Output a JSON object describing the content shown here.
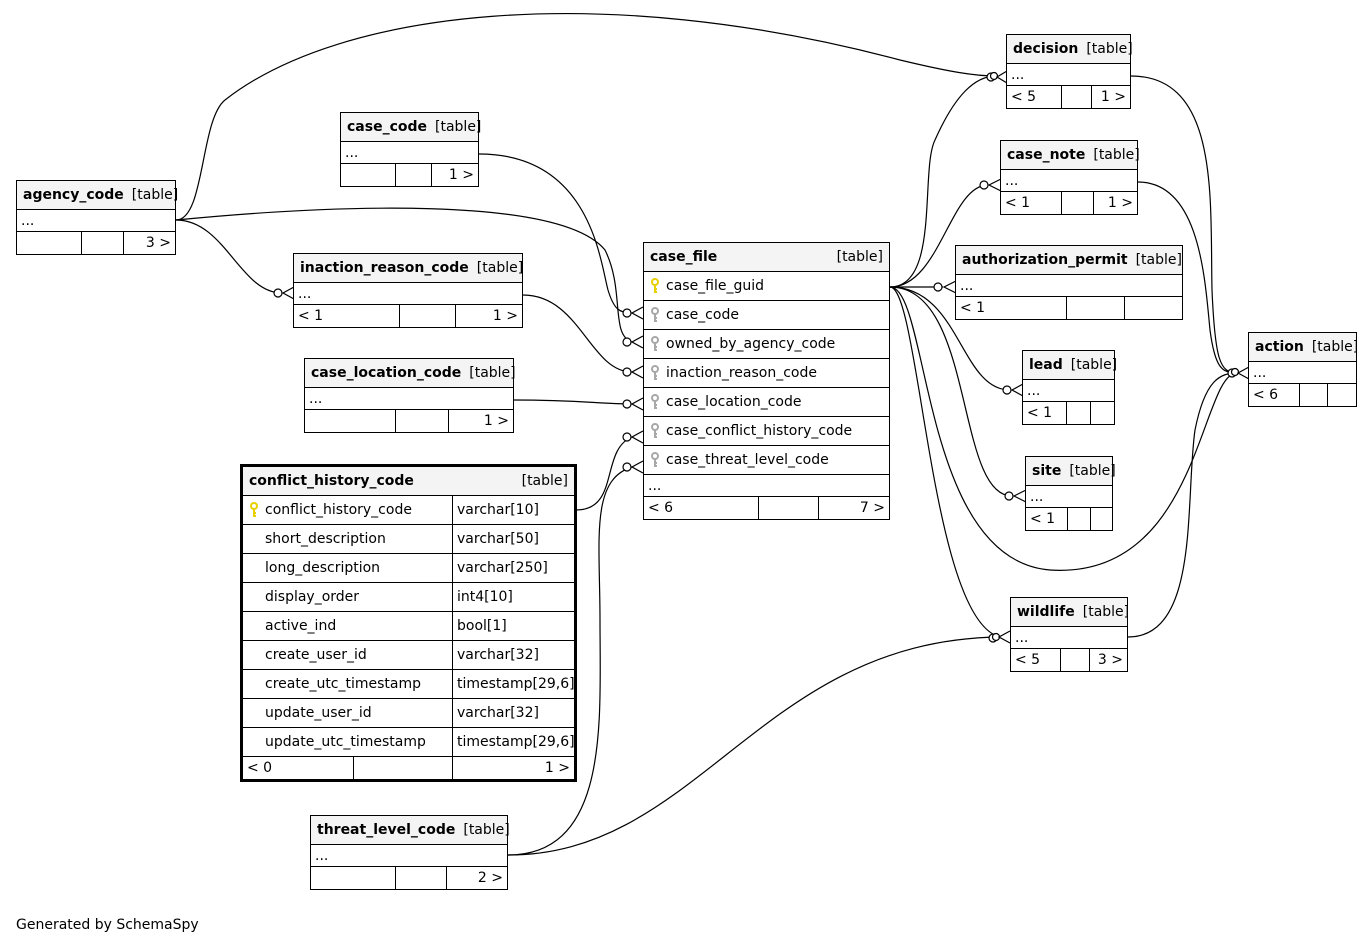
{
  "footer_text": "Generated by SchemaSpy",
  "tag_label": "[table]",
  "ellipsis": "...",
  "tables": {
    "decision": {
      "name": "decision",
      "fl": "< 5",
      "fr": "1 >"
    },
    "case_code": {
      "name": "case_code",
      "fl": "",
      "fr": "1 >"
    },
    "agency_code": {
      "name": "agency_code",
      "fl": "",
      "fr": "3 >"
    },
    "case_note": {
      "name": "case_note",
      "fl": "< 1",
      "fr": "1 >"
    },
    "inaction_reason_code": {
      "name": "inaction_reason_code",
      "fl": "< 1",
      "fr": "1 >"
    },
    "case_file": {
      "name": "case_file",
      "fl": "< 6",
      "fr": "7 >",
      "columns": [
        "case_file_guid",
        "case_code",
        "owned_by_agency_code",
        "inaction_reason_code",
        "case_location_code",
        "case_conflict_history_code",
        "case_threat_level_code"
      ]
    },
    "authorization_permit": {
      "name": "authorization_permit",
      "fl": "< 1",
      "fr": ""
    },
    "action": {
      "name": "action",
      "fl": "< 6",
      "fr": ""
    },
    "lead": {
      "name": "lead",
      "fl": "< 1",
      "fr": ""
    },
    "case_location_code": {
      "name": "case_location_code",
      "fl": "",
      "fr": "1 >"
    },
    "site": {
      "name": "site",
      "fl": "< 1",
      "fr": ""
    },
    "conflict_history_code": {
      "name": "conflict_history_code",
      "fl": "< 0",
      "fr": "1 >",
      "columns": [
        {
          "name": "conflict_history_code",
          "type": "varchar[10]"
        },
        {
          "name": "short_description",
          "type": "varchar[50]"
        },
        {
          "name": "long_description",
          "type": "varchar[250]"
        },
        {
          "name": "display_order",
          "type": "int4[10]"
        },
        {
          "name": "active_ind",
          "type": "bool[1]"
        },
        {
          "name": "create_user_id",
          "type": "varchar[32]"
        },
        {
          "name": "create_utc_timestamp",
          "type": "timestamp[29,6]"
        },
        {
          "name": "update_user_id",
          "type": "varchar[32]"
        },
        {
          "name": "update_utc_timestamp",
          "type": "timestamp[29,6]"
        }
      ]
    },
    "wildlife": {
      "name": "wildlife",
      "fl": "< 5",
      "fr": "3 >"
    },
    "threat_level_code": {
      "name": "threat_level_code",
      "fl": "",
      "fr": "2 >"
    }
  },
  "colors": {
    "primary_key": "#e8d000",
    "foreign_key": "#a8a8a8",
    "line": "#000000",
    "header_bg": "#f4f4f4"
  }
}
